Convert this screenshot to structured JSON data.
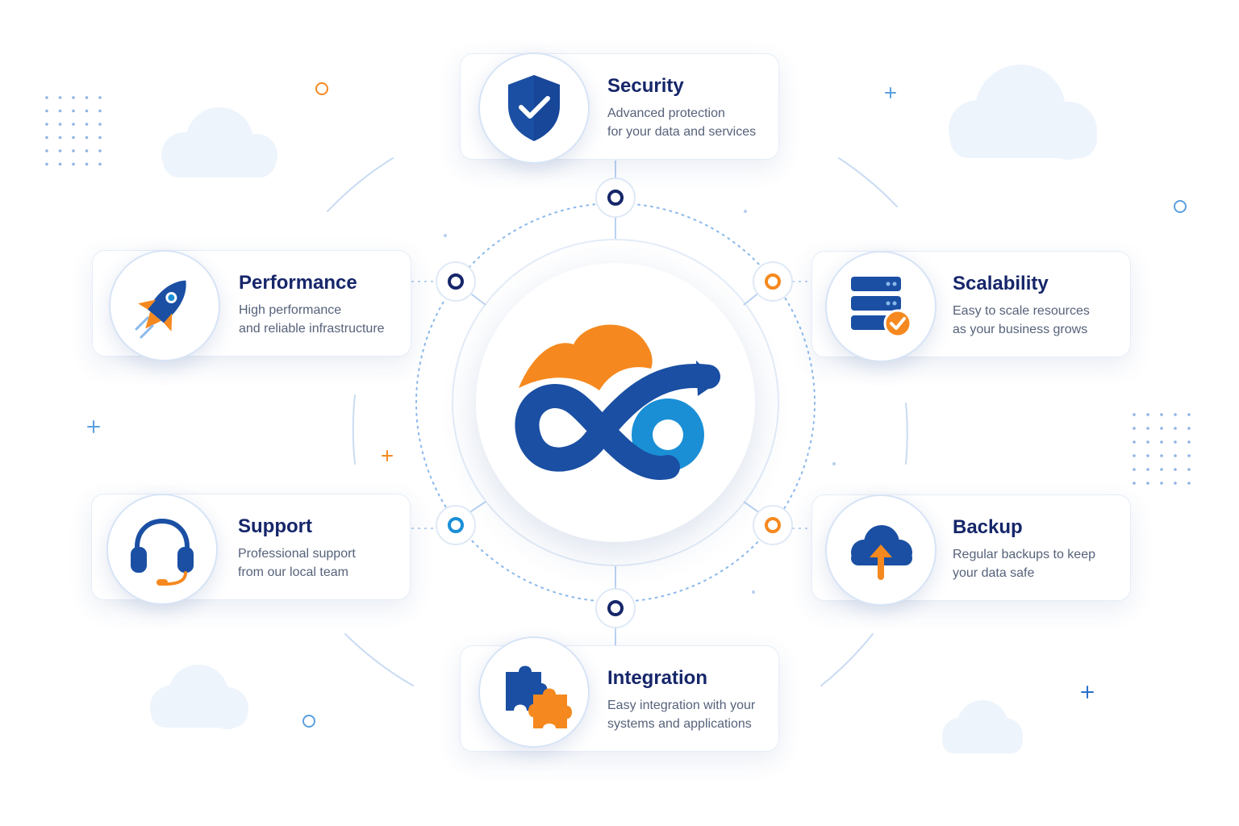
{
  "colors": {
    "navy": "#16266a",
    "blue": "#1a4fa3",
    "light_blue": "#1a8fd6",
    "orange": "#f5891f",
    "ring": "#8ab8ea",
    "text_gray": "#56627a"
  },
  "center": {
    "icon": "cloud-infinity-logo-icon"
  },
  "cards": [
    {
      "id": "security",
      "title": "Security",
      "lines": [
        "Advanced protection",
        "for your data and services"
      ],
      "icon": "shield-check-icon"
    },
    {
      "id": "performance",
      "title": "Performance",
      "lines": [
        "High performance",
        "and reliable infrastructure"
      ],
      "icon": "rocket-icon"
    },
    {
      "id": "scalability",
      "title": "Scalability",
      "lines": [
        "Easy to scale resources",
        "as your business grows"
      ],
      "icon": "server-stack-check-icon"
    },
    {
      "id": "support",
      "title": "Support",
      "lines": [
        "Professional support",
        "from our local team"
      ],
      "icon": "headset-icon"
    },
    {
      "id": "backup",
      "title": "Backup",
      "lines": [
        "Regular backups to keep",
        "your data safe"
      ],
      "icon": "cloud-upload-icon"
    },
    {
      "id": "integration",
      "title": "Integration",
      "lines": [
        "Easy integration with your",
        "systems and applications"
      ],
      "icon": "puzzle-pieces-icon"
    }
  ]
}
